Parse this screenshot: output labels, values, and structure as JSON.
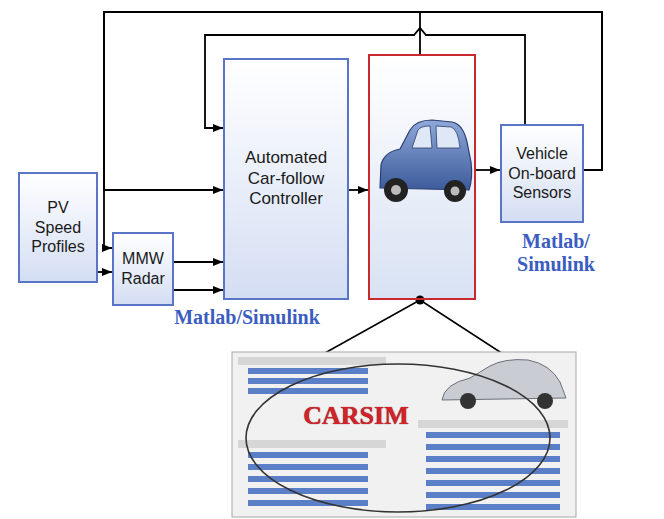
{
  "diagram": {
    "nodes": [
      {
        "text": [
          "PV Speed Profiles"
        ]
      },
      {
        "text": [
          "MMW Radar"
        ]
      },
      {
        "text": [
          "Automated Car-follow Controller"
        ]
      },
      {
        "text": []
      },
      {
        "text": [
          "Vehicle On-board Sensors"
        ]
      }
    ],
    "edges": [
      {
        "from": 0,
        "to": 1,
        "arrow": "to"
      },
      {
        "from": 1,
        "to": 2,
        "arrow": "to"
      },
      {
        "from": 1,
        "to": 2,
        "arrow": "to"
      },
      {
        "from": 2,
        "to": 3,
        "arrow": "to"
      },
      {
        "from": 3,
        "to": 4,
        "arrow": "to"
      },
      {
        "from": 4,
        "to": 1,
        "arrow": "to"
      },
      {
        "from": 4,
        "to": 2,
        "arrow": "to"
      },
      {
        "from": 4,
        "to": 2,
        "arrow": "to"
      },
      {
        "from": 4,
        "to": 3,
        "arrow": "none"
      }
    ],
    "labels": [
      "Matlab/Simulink",
      "Matlab/ Simulink",
      "CARSIM"
    ]
  }
}
